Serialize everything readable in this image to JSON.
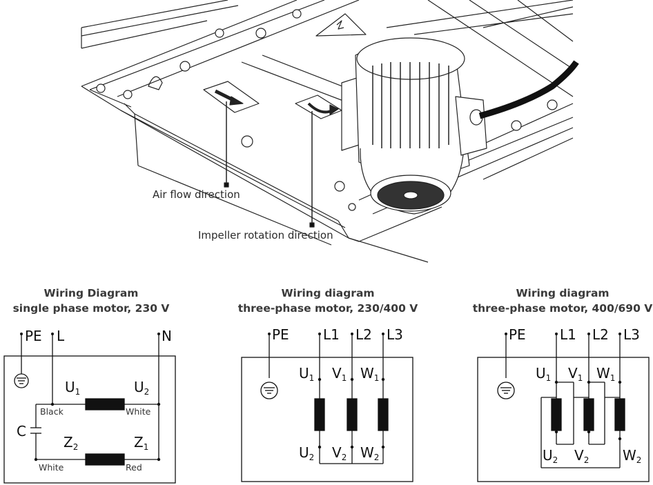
{
  "illustration": {
    "callouts": {
      "air_flow": "Air flow direction",
      "impeller_rotation": "Impeller rotation direction"
    }
  },
  "diagrams": [
    {
      "title_line1": "Wiring Diagram",
      "title_line2": "single phase motor, 230 V",
      "terminals": {
        "pe": "PE",
        "l": "L",
        "n": "N"
      },
      "windings": {
        "u": "U",
        "u1_sub": "1",
        "u2_sub": "2",
        "z": "Z",
        "z1_sub": "1",
        "z2_sub": "2"
      },
      "capacitor": "C",
      "wire_colors": {
        "top_left": "Black",
        "top_right": "White",
        "bottom_left": "White",
        "bottom_right": "Red"
      }
    },
    {
      "title_line1": "Wiring diagram",
      "title_line2": "three-phase motor, 230/400 V",
      "terminals": {
        "pe": "PE",
        "l1": "L1",
        "l2": "L2",
        "l3": "L3"
      },
      "windings": {
        "u": "U",
        "v": "V",
        "w": "W",
        "sub1": "1",
        "sub2": "2"
      }
    },
    {
      "title_line1": "Wiring diagram",
      "title_line2": "three-phase motor, 400/690 V",
      "terminals": {
        "pe": "PE",
        "l1": "L1",
        "l2": "L2",
        "l3": "L3"
      },
      "windings": {
        "u": "U",
        "v": "V",
        "w": "W",
        "sub1": "1",
        "sub2": "2"
      }
    }
  ]
}
